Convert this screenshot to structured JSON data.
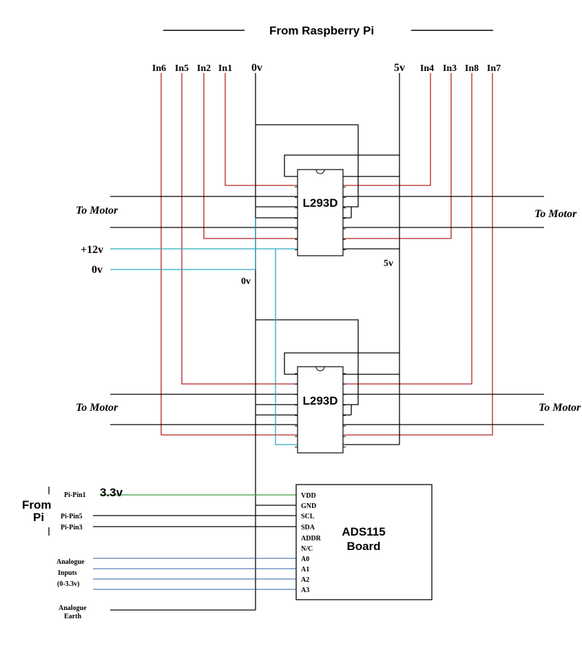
{
  "title": "From Raspberry Pi",
  "top_inputs_left": [
    "In6",
    "In5",
    "In2",
    "In1"
  ],
  "top_zero_v": "0v",
  "top_five_v": "5v",
  "top_inputs_right": [
    "In4",
    "In3",
    "In8",
    "In7"
  ],
  "motor_label": "To Motor",
  "supply_12v": "+12v",
  "supply_0v": "0v",
  "ground_label": "0v",
  "five_v_label": "5v",
  "chip_label": "L293D",
  "pi_block": {
    "from": "From",
    "pi": "Pi",
    "pins": [
      "Pi-Pin1",
      "Pi-Pin5",
      "Pi-Pin3"
    ],
    "v33": "3.3v"
  },
  "analog_labels": [
    "Analogue",
    "Inputs",
    "(0-3.3v)"
  ],
  "analog_earth": [
    "Analogue",
    "Earth"
  ],
  "ads_pins": [
    "VDD",
    "GND",
    "SCL",
    "SDA",
    "ADDR",
    "N/C",
    "A0",
    "A1",
    "A2",
    "A3"
  ],
  "ads_board": [
    "ADS115",
    "Board"
  ],
  "colors": {
    "signal": "#b52020",
    "power": "#29a8c0",
    "analog": "#2d5aa8",
    "v33": "#3a9c3a",
    "wire": "#000000"
  }
}
